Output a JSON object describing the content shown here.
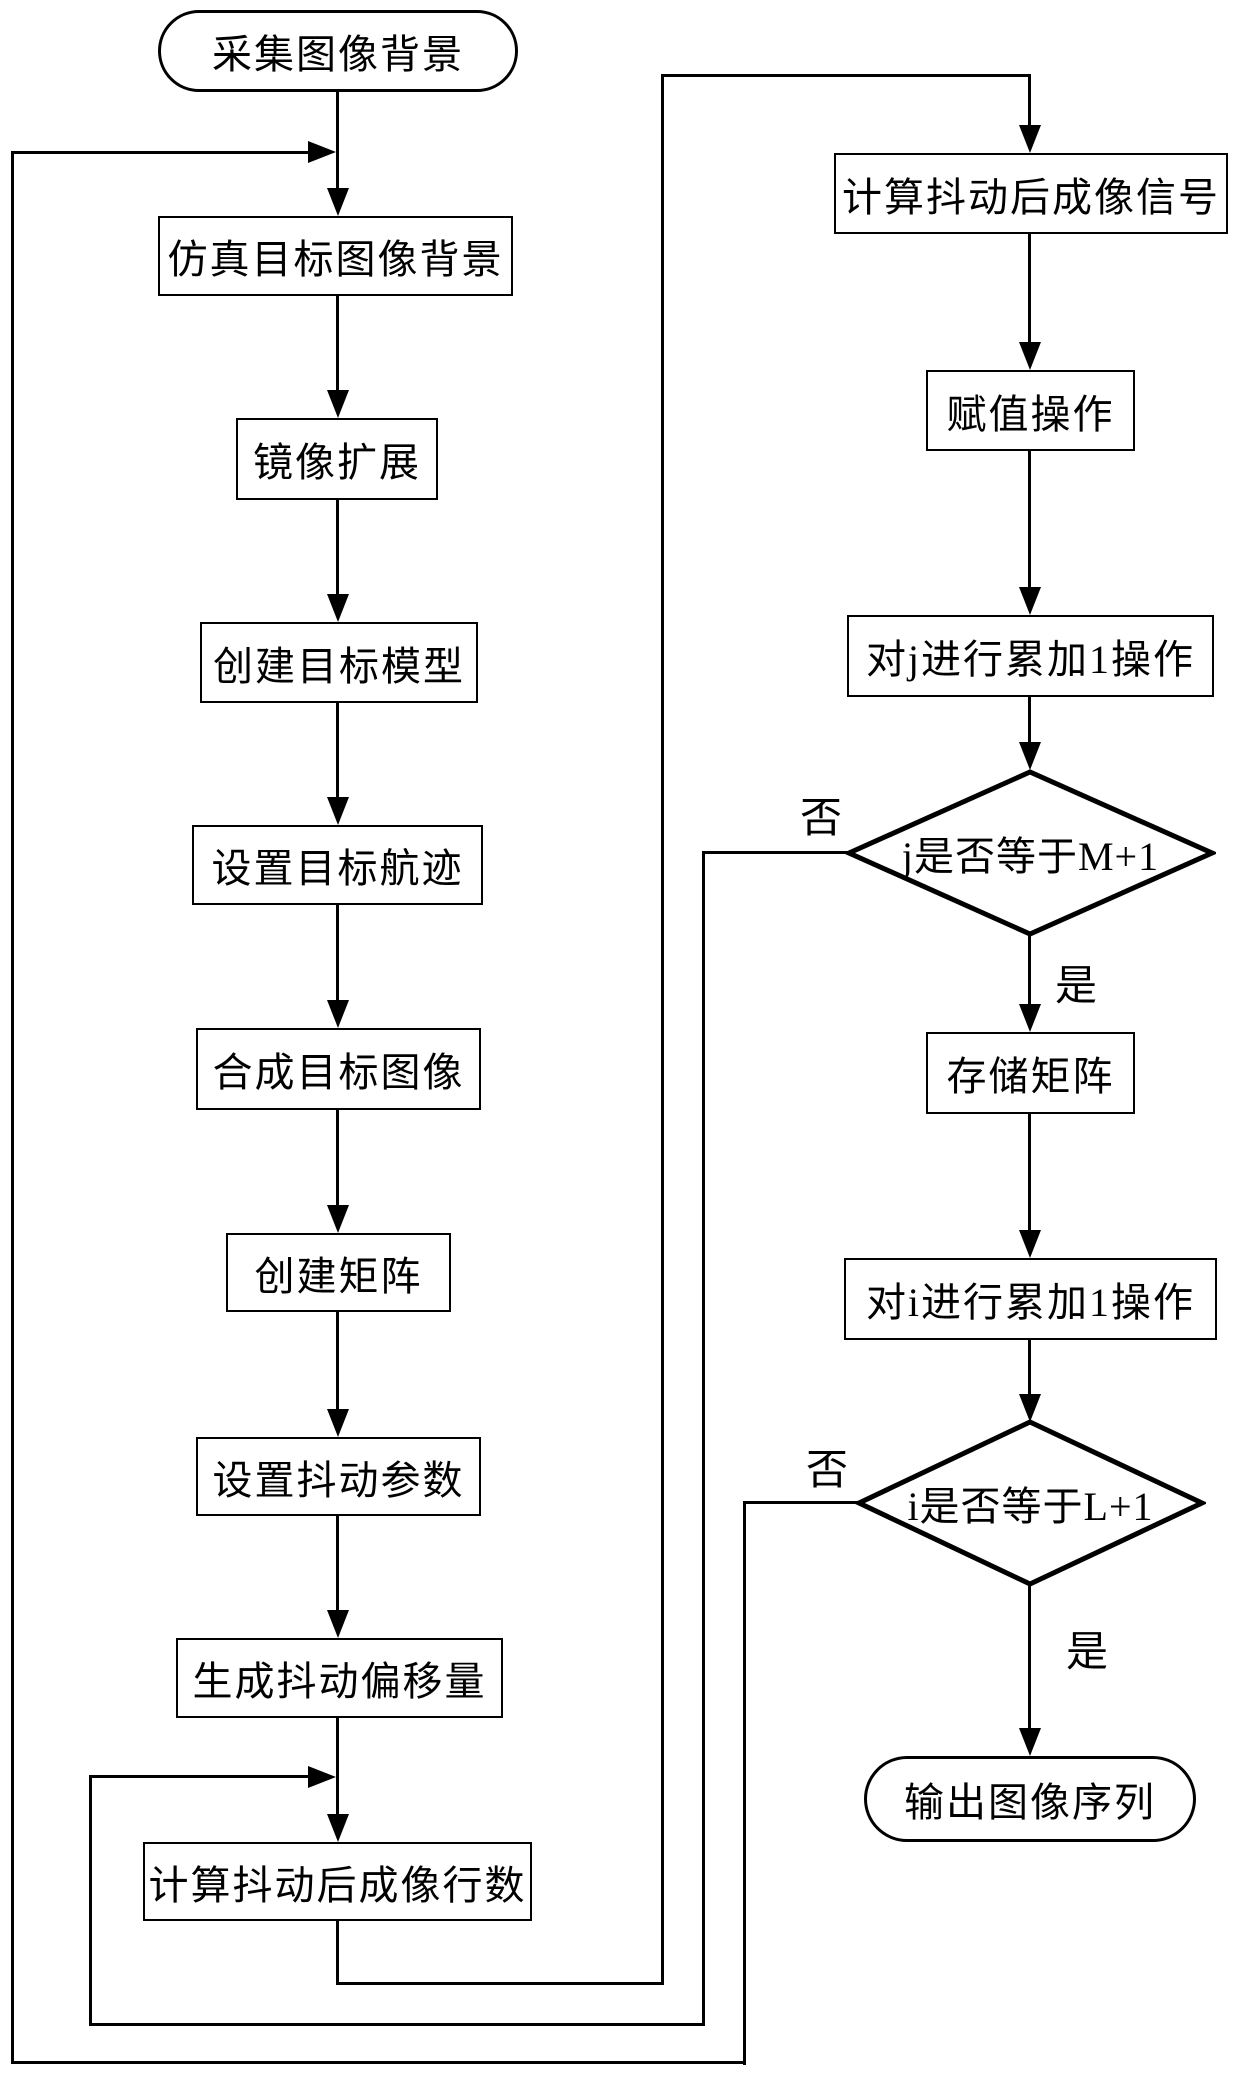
{
  "diagram_type": "flowchart",
  "nodes": {
    "start": "采集图像背景",
    "sim_target_bg": "仿真目标图像背景",
    "mirror_extend": "镜像扩展",
    "create_target_model": "创建目标模型",
    "set_target_track": "设置目标航迹",
    "synth_target_image": "合成目标图像",
    "create_matrix": "创建矩阵",
    "set_jitter_params": "设置抖动参数",
    "gen_jitter_offset": "生成抖动偏移量",
    "calc_lines_after_jitter": "计算抖动后成像行数",
    "calc_signal_after_jitter": "计算抖动后成像信号",
    "assign_op": "赋值操作",
    "inc_j": "对j进行累加1操作",
    "decision_j": "j是否等于M+1",
    "store_matrix": "存储矩阵",
    "inc_i": "对i进行累加1操作",
    "decision_i": "i是否等于L+1",
    "end": "输出图像序列"
  },
  "edge_labels": {
    "no": "否",
    "yes": "是"
  },
  "colors": {
    "line": "#000000",
    "background": "#ffffff"
  }
}
